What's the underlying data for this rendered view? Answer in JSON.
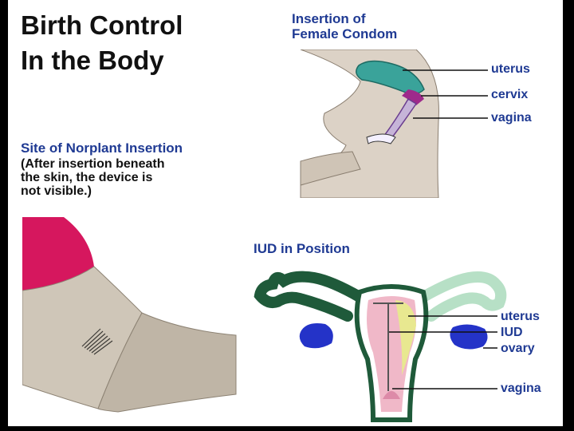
{
  "title": "Birth Control\nIn the Body",
  "condom_panel": {
    "title": "Insertion of\nFemale Condom",
    "labels": [
      "uterus",
      "cervix",
      "vagina"
    ]
  },
  "norplant_panel": {
    "title": "Site of Norplant Insertion",
    "caption": "(After insertion beneath\nthe skin, the device is\nnot visible.)"
  },
  "iud_panel": {
    "title": "IUD in Position",
    "labels": [
      "uterus",
      "IUD",
      "ovary",
      "vagina"
    ]
  },
  "colors": {
    "heading_blue": "#1f3a93",
    "sleeve_magenta": "#d6175e",
    "tube_green": "#1f5a3a",
    "ovary_blue": "#2433c8"
  }
}
